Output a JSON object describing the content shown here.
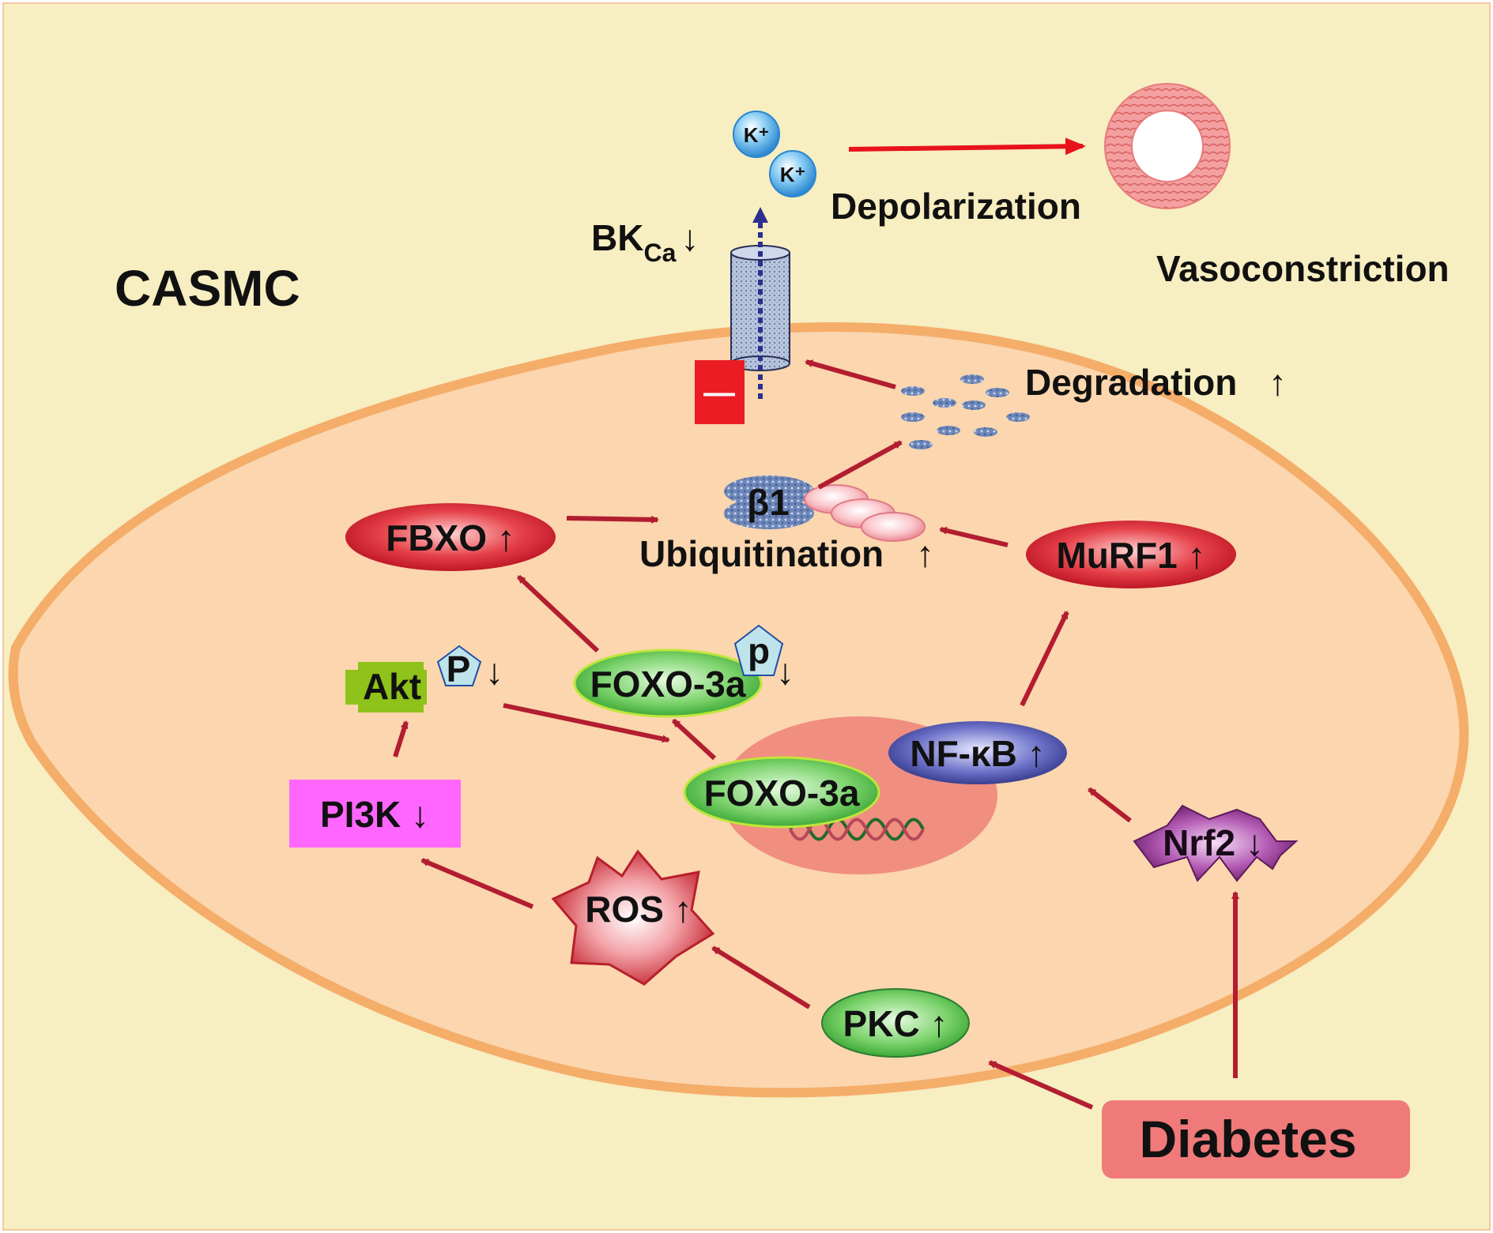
{
  "cell_label": "CASMC",
  "channel": {
    "name_main": "BK",
    "name_sub": "Ca",
    "arrow": "↓",
    "inhibit_symbol": "—"
  },
  "ions": [
    "K⁺",
    "K⁺"
  ],
  "depolarization": "Depolarization",
  "vasoconstriction": "Vasoconstriction",
  "degradation": {
    "label": "Degradation",
    "arrow": "↑"
  },
  "beta1": "β1",
  "ubiquitination": {
    "label": "Ubiquitination",
    "arrow": "↑"
  },
  "fbxo": {
    "label": "FBXO",
    "arrow": "↑"
  },
  "murf1": {
    "label": "MuRF1",
    "arrow": "↑"
  },
  "akt": {
    "label": "Akt",
    "phospho": "P",
    "arrow": "↓"
  },
  "foxo_cyto": {
    "label": "FOXO-3a",
    "phospho": "p",
    "arrow": "↓"
  },
  "foxo_nuc": {
    "label": "FOXO-3a"
  },
  "nfkb": {
    "label": "NF-κB",
    "arrow": "↑"
  },
  "pi3k": {
    "label": "PI3K",
    "arrow": "↓"
  },
  "ros": {
    "label": "ROS",
    "arrow": "↑"
  },
  "nrf2": {
    "label": "Nrf2",
    "arrow": "↓"
  },
  "pkc": {
    "label": "PKC",
    "arrow": "↑"
  },
  "diabetes": "Diabetes",
  "colors": {
    "background": "#f7eec1",
    "cell_fill": "#fbd6ae",
    "cell_border": "#f5ad6a",
    "nucleus": "#f08e80",
    "arrow": "#b21d30",
    "red_oval": "#c8102e",
    "green_oval": "#4ebf3f",
    "blue_oval": "#3a3f9a",
    "pi3k": "#ff66ff",
    "diabetes": "#f07a7a",
    "nrf2": "#8b2a8b",
    "akt": "#8fc21a",
    "phospho": "#bfe3ea"
  },
  "icons": [
    "potassium-ion-icon",
    "vessel-ring-icon",
    "channel-cylinder-icon",
    "dna-helix-icon",
    "degraded-fragment-icon",
    "ubiquitin-chain-icon"
  ]
}
